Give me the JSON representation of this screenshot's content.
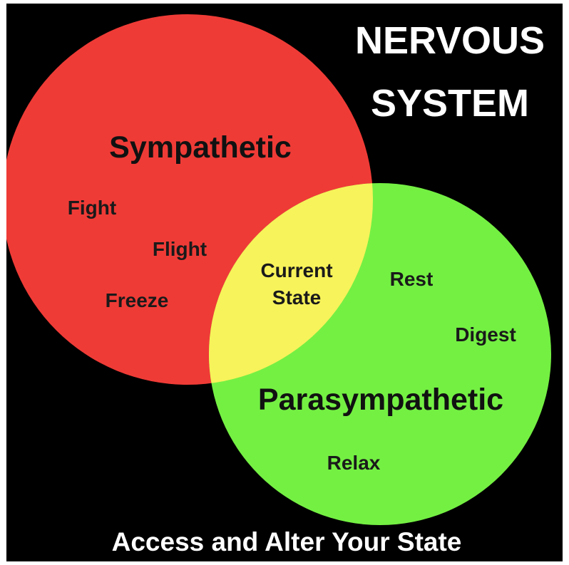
{
  "title": {
    "line1": "NERVOUS",
    "line2": "SYSTEM"
  },
  "sympathetic": {
    "label": "Sympathetic",
    "color": "#ef3b36",
    "items": [
      "Fight",
      "Flight",
      "Freeze"
    ]
  },
  "parasympathetic": {
    "label": "Parasympathetic",
    "color": "#74f043",
    "items": [
      "Rest",
      "Digest",
      "Relax"
    ]
  },
  "overlap": {
    "color": "#f7f35a",
    "line1": "Current",
    "line2": "State"
  },
  "footer": "Access and Alter Your State",
  "colors": {
    "background": "#000000",
    "title_text": "#ffffff",
    "label_text": "#111111"
  }
}
